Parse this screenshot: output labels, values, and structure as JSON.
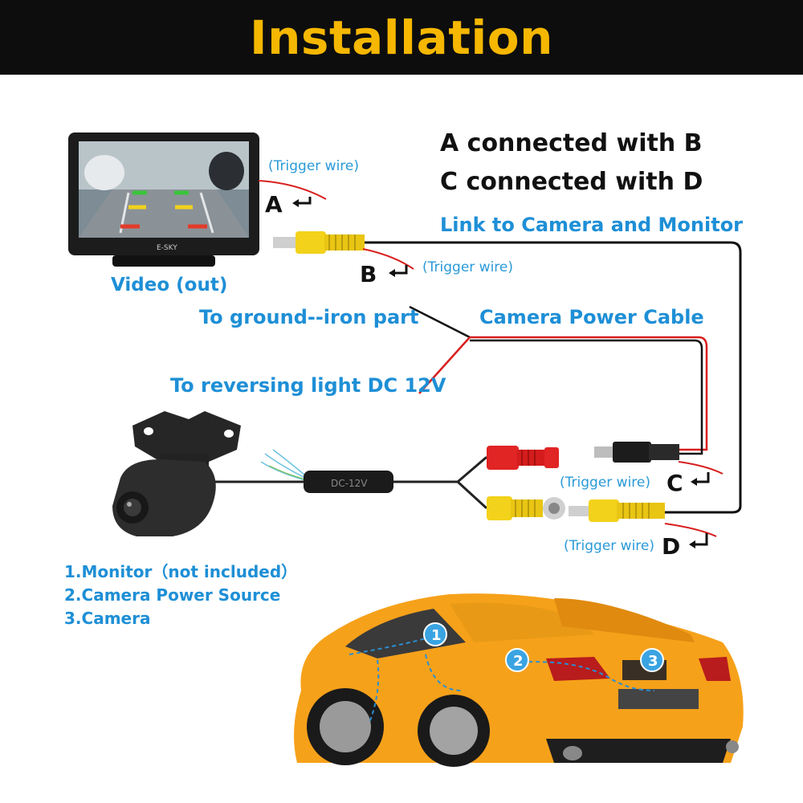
{
  "title": "Installation",
  "connections": {
    "line1": "A connected with B",
    "line2": "C connected with D"
  },
  "labels": {
    "link": "Link to Camera and Monitor",
    "video_out": "Video (out)",
    "ground": "To ground--iron part",
    "power_cable": "Camera Power Cable",
    "reversing": "To reversing light DC 12V",
    "trigger_a": "(Trigger wire)",
    "trigger_b": "(Trigger wire)",
    "trigger_c": "(Trigger wire)",
    "trigger_d": "(Trigger wire)",
    "letter_a": "A",
    "letter_b": "B",
    "letter_c": "C",
    "letter_d": "D",
    "dc_label": "DC-12V",
    "monitor_brand": "E-SKY"
  },
  "legend": [
    "1.Monitor（not included）",
    "2.Camera Power Source",
    "3.Camera"
  ],
  "car_markers": [
    "1",
    "2",
    "3"
  ],
  "colors": {
    "title": "#f5b700",
    "banner": "#0d0d0d",
    "label_blue": "#1e8fd6",
    "wire_red": "#d81f1f",
    "rca_yellow": "#f2d21b",
    "rca_red": "#e12424",
    "car": "#f6a11a"
  }
}
